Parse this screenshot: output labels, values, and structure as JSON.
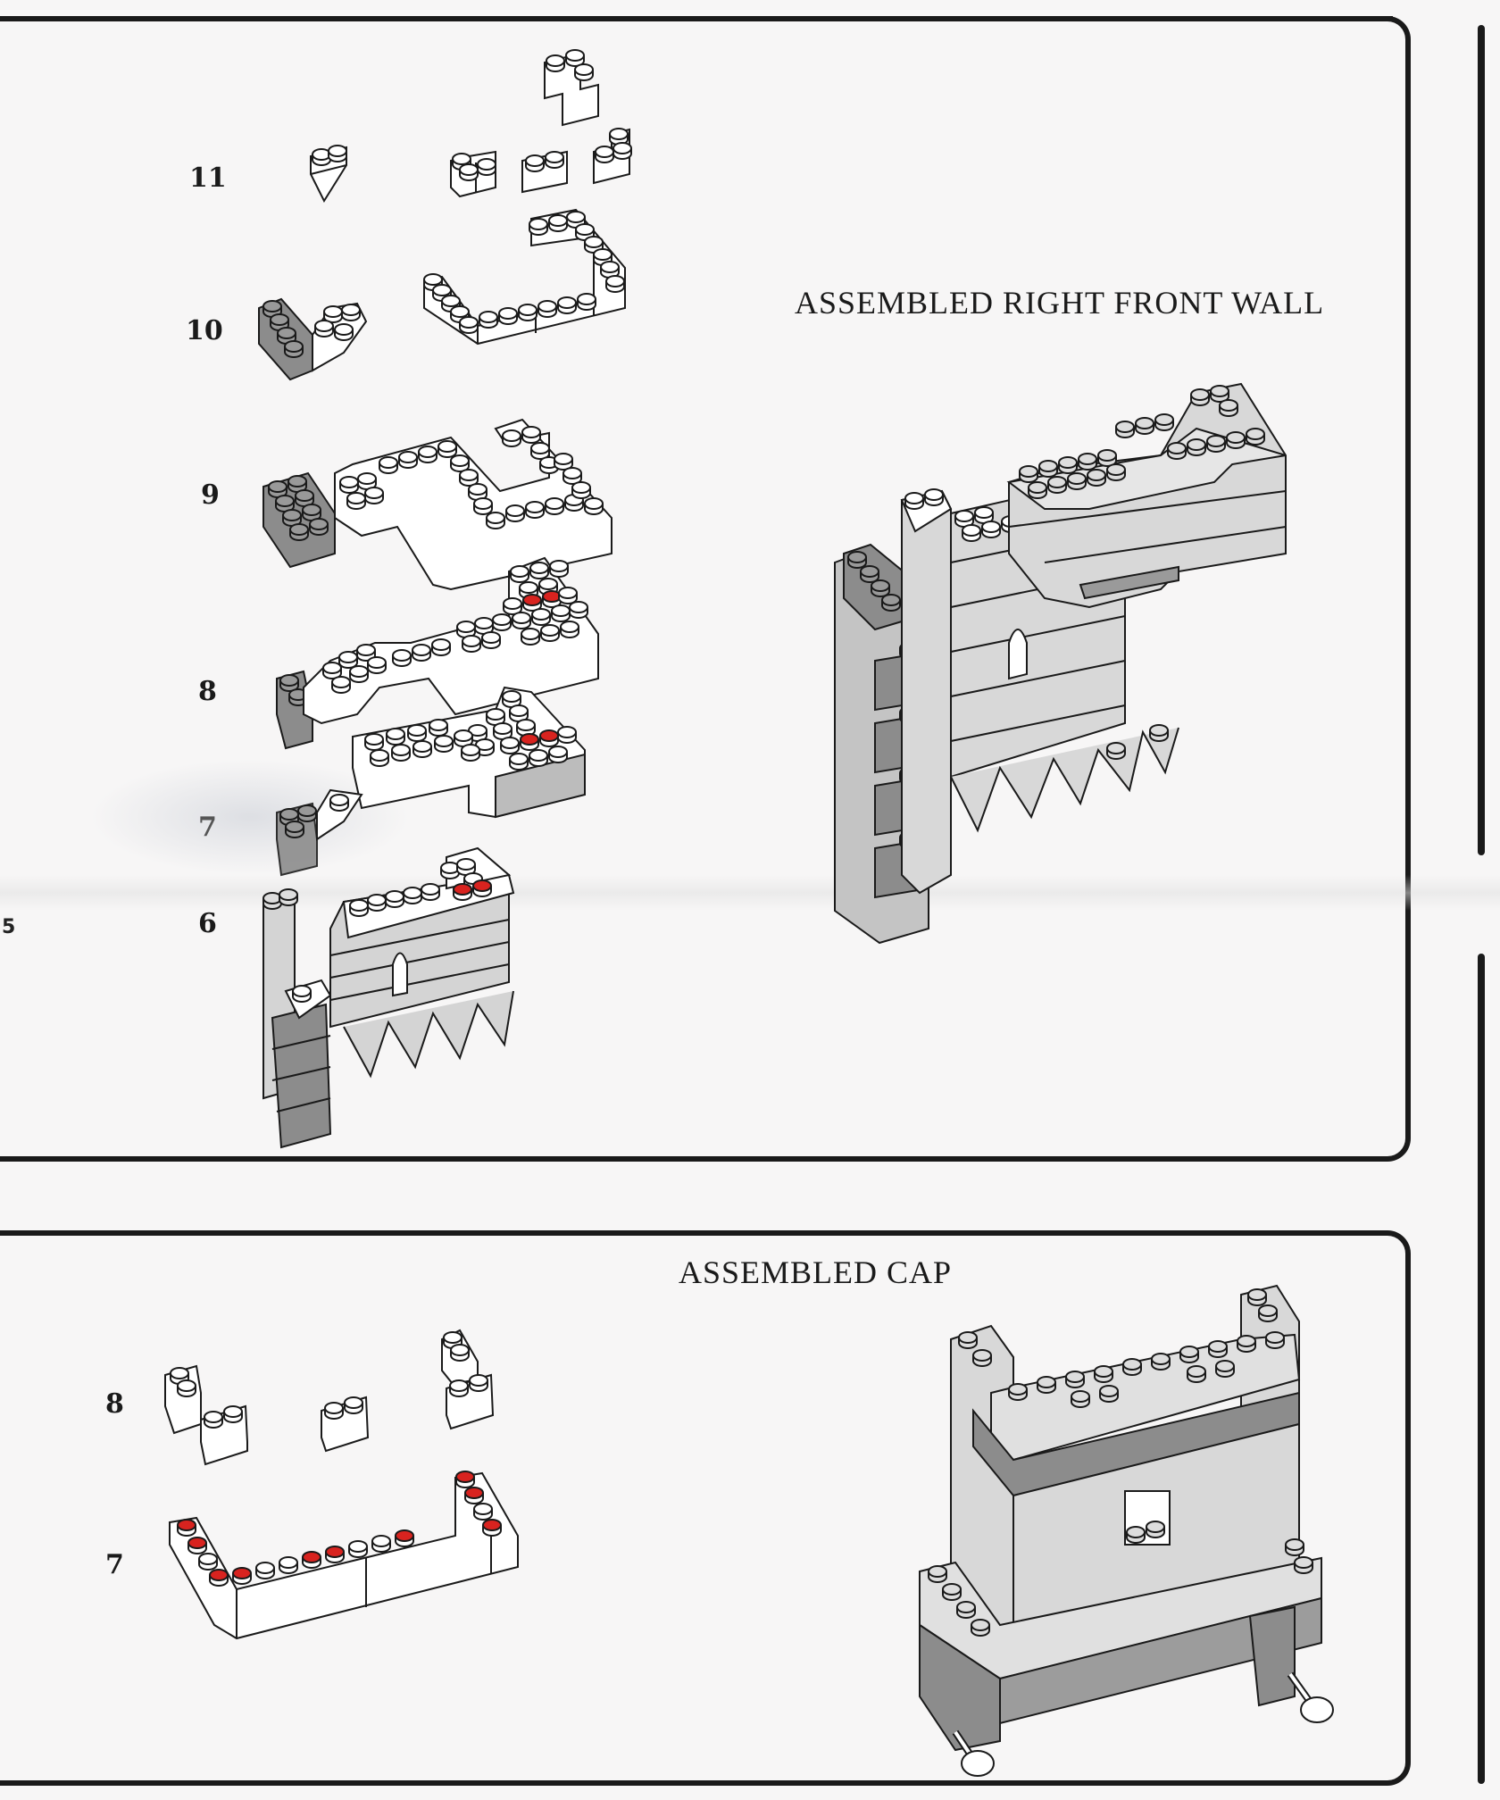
{
  "top_section": {
    "title": "ASSEMBLED RIGHT FRONT WALL",
    "steps": [
      {
        "number": "11"
      },
      {
        "number": "10"
      },
      {
        "number": "9"
      },
      {
        "number": "8"
      },
      {
        "number": "7"
      },
      {
        "number": "6"
      }
    ]
  },
  "bottom_section": {
    "title": "ASSEMBLED CAP",
    "steps": [
      {
        "number": "8"
      },
      {
        "number": "7"
      }
    ]
  },
  "margin_fragment": "5",
  "colors": {
    "ink": "#1a1a1a",
    "paper": "#f7f6f6",
    "brick_white": "#ffffff",
    "brick_light_gray": "#d4d4d4",
    "brick_dark_gray": "#8c8c8c",
    "highlight_stud": "#d8231f"
  }
}
